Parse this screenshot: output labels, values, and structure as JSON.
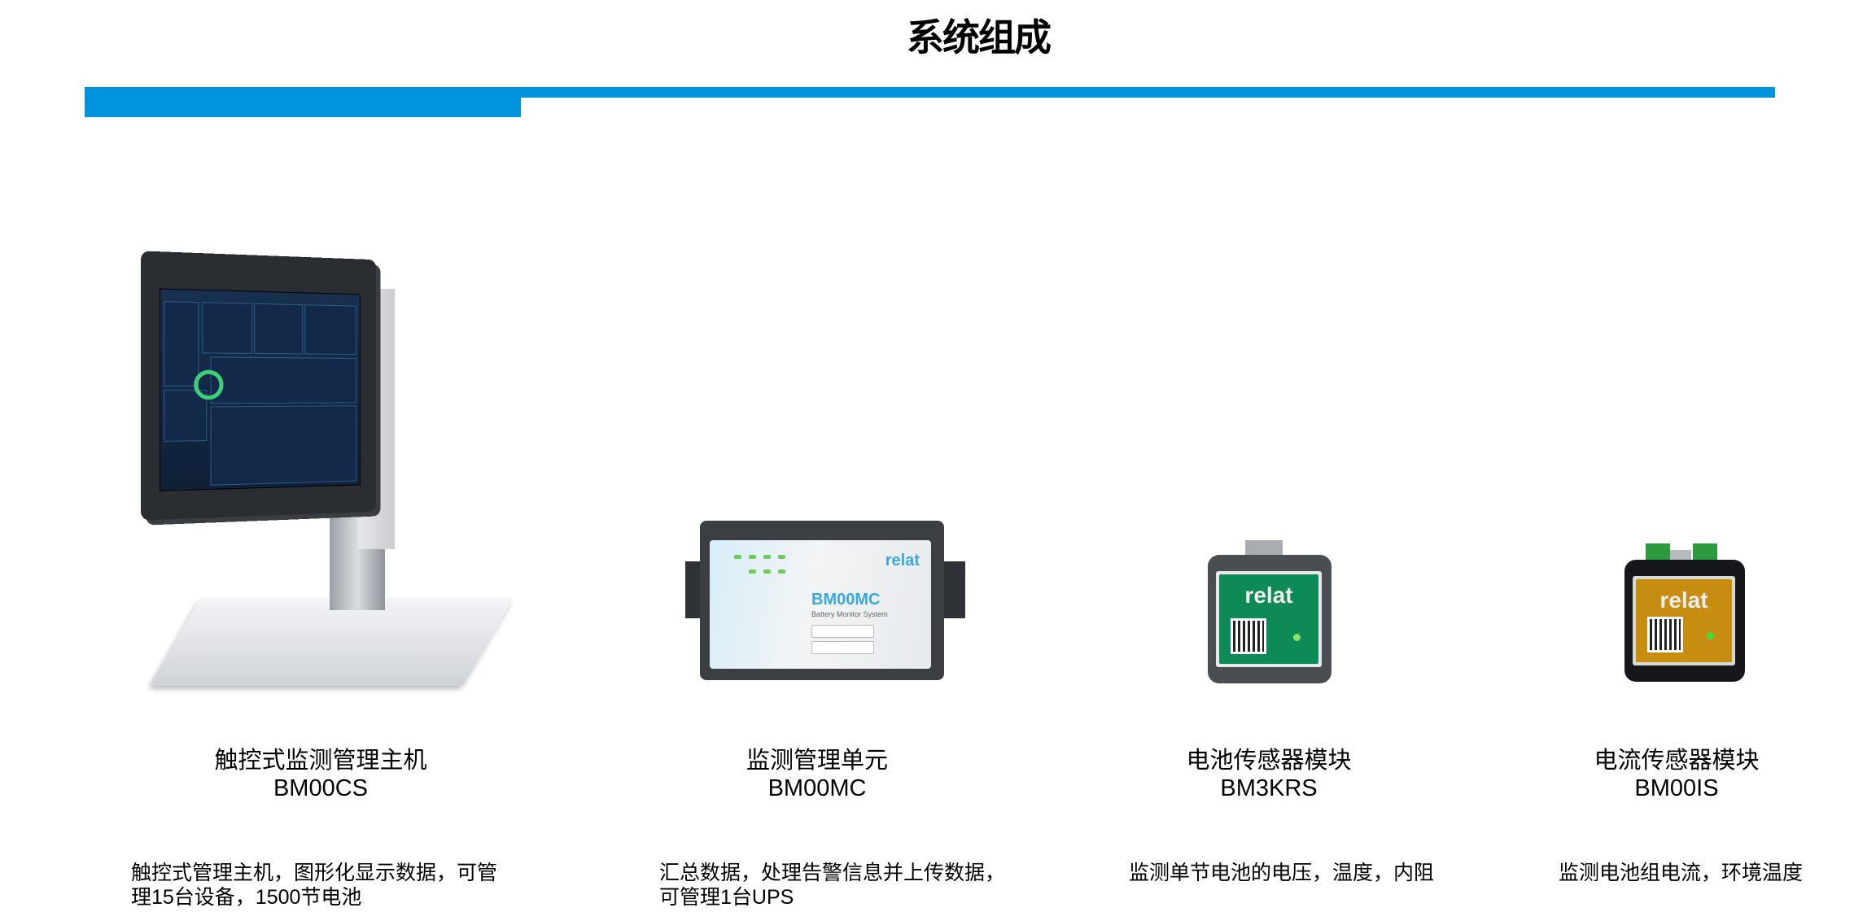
{
  "header": {
    "title": "系统组成"
  },
  "colors": {
    "accent": "#0094DE"
  },
  "products": [
    {
      "name": "触控式监测管理主机",
      "model": "BM00CS",
      "desc_lines": [
        "触控式管理主机，图形化显示数据，可管",
        "理15台设备，1500节电池"
      ]
    },
    {
      "name": "监测管理单元",
      "model": "BM00MC",
      "desc_lines": [
        "汇总数据，处理告警信息并上传数据，",
        "可管理1台UPS"
      ],
      "device_logo": "relat",
      "device_label": "BM00MC",
      "device_sub": "Battery Monitor System"
    },
    {
      "name": "电池传感器模块",
      "model": "BM3KRS",
      "desc_lines": [
        "监测单节电池的电压，温度，内阻"
      ],
      "device_logo": "relat"
    },
    {
      "name": "电流传感器模块",
      "model": "BM00IS",
      "desc_lines": [
        "监测电池组电流，环境温度"
      ],
      "device_logo": "relat"
    }
  ]
}
